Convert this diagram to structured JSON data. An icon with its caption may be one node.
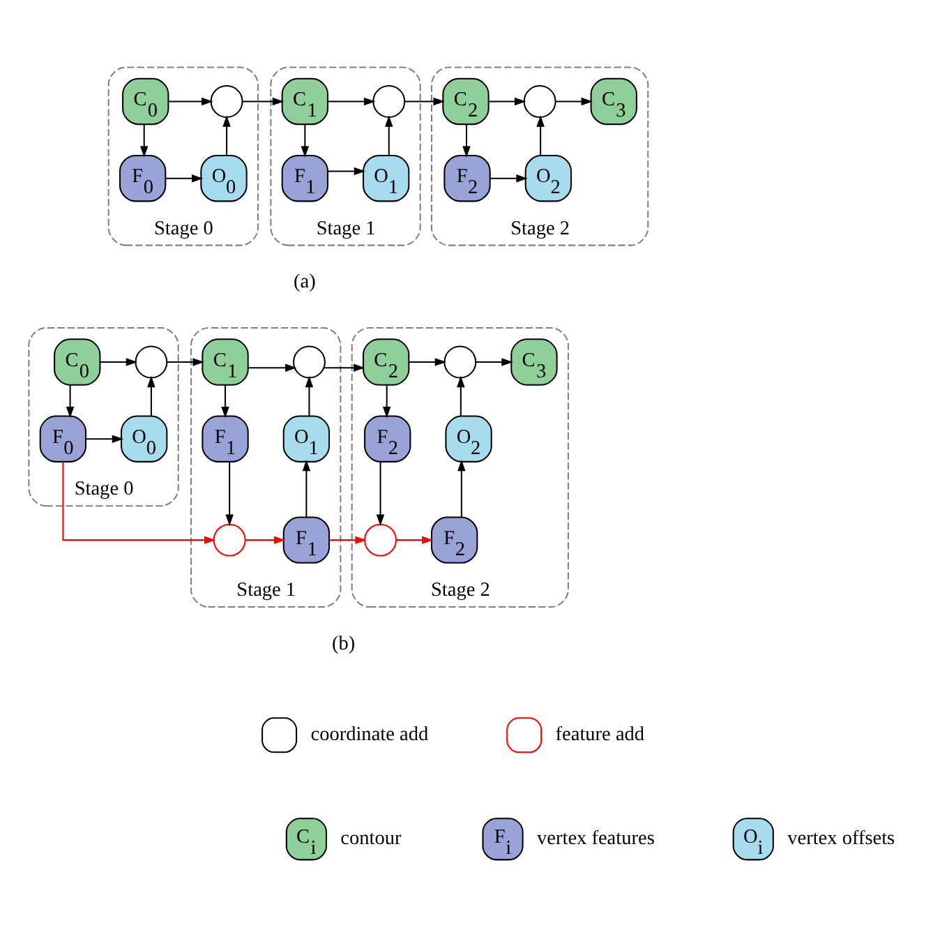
{
  "diagram": {
    "nodes": [
      {
        "text": [
          "Stage 0"
        ]
      },
      {
        "text": [
          "C$_{0}$"
        ],
        "in": 0
      },
      {
        "text": [],
        "shape": "circle",
        "in": 0
      },
      {
        "text": [
          "F$_{0}$"
        ],
        "in": 0
      },
      {
        "text": [
          "O$_{0}$"
        ],
        "in": 0
      },
      {
        "text": [
          "Stage 1"
        ]
      },
      {
        "text": [
          "C$_{1}$"
        ],
        "in": 5
      },
      {
        "text": [],
        "shape": "circle",
        "in": 5
      },
      {
        "text": [
          "F$_{1}$"
        ],
        "in": 5
      },
      {
        "text": [
          "O$_{1}$"
        ],
        "in": 5
      },
      {
        "text": [
          "Stage 2"
        ]
      },
      {
        "text": [
          "C$_{2}$"
        ],
        "in": 10
      },
      {
        "text": [],
        "shape": "circle",
        "in": 10
      },
      {
        "text": [
          "C$_{3}$"
        ],
        "in": 10
      },
      {
        "text": [
          "F$_{2}$"
        ],
        "in": 10
      },
      {
        "text": [
          "O$_{2}$"
        ],
        "in": 10
      },
      {
        "text": [
          "Stage 0"
        ]
      },
      {
        "text": [
          "C$_{0}$"
        ],
        "in": 16
      },
      {
        "text": [],
        "shape": "circle",
        "in": 16
      },
      {
        "text": [
          "F$_{0}$"
        ],
        "in": 16
      },
      {
        "text": [
          "O$_{0}$"
        ],
        "in": 16
      },
      {
        "text": [
          "Stage 1"
        ]
      },
      {
        "text": [
          "C$_{1}$"
        ],
        "in": 21
      },
      {
        "text": [],
        "shape": "circle",
        "in": 21
      },
      {
        "text": [
          "F$_{1}$"
        ],
        "in": 21
      },
      {
        "text": [
          "O$_{1}$"
        ],
        "in": 21
      },
      {
        "text": [],
        "shape": "circle",
        "in": 21
      },
      {
        "text": [
          "F$_{1}$"
        ],
        "in": 21
      },
      {
        "text": [
          "Stage 2"
        ]
      },
      {
        "text": [
          "C$_{2}$"
        ],
        "in": 28
      },
      {
        "text": [],
        "shape": "circle",
        "in": 28
      },
      {
        "text": [
          "C$_{3}$"
        ],
        "in": 28
      },
      {
        "text": [
          "F$_{2}$"
        ],
        "in": 28
      },
      {
        "text": [
          "O$_{2}$"
        ],
        "in": 28
      },
      {
        "text": [],
        "shape": "circle",
        "in": 28
      },
      {
        "text": [
          "F$_{2}$"
        ],
        "in": 28
      }
    ],
    "edges": [
      {
        "from": 1,
        "to": 2,
        "arrow": "to"
      },
      {
        "from": 1,
        "to": 3,
        "arrow": "to"
      },
      {
        "from": 3,
        "to": 4,
        "arrow": "to"
      },
      {
        "from": 4,
        "to": 2,
        "arrow": "to"
      },
      {
        "from": 2,
        "to": 6,
        "arrow": "to"
      },
      {
        "from": 6,
        "to": 7,
        "arrow": "to"
      },
      {
        "from": 6,
        "to": 8,
        "arrow": "to"
      },
      {
        "from": 8,
        "to": 9,
        "arrow": "to"
      },
      {
        "from": 9,
        "to": 7,
        "arrow": "to"
      },
      {
        "from": 7,
        "to": 11,
        "arrow": "to"
      },
      {
        "from": 11,
        "to": 12,
        "arrow": "to"
      },
      {
        "from": 12,
        "to": 13,
        "arrow": "to"
      },
      {
        "from": 11,
        "to": 14,
        "arrow": "to"
      },
      {
        "from": 14,
        "to": 15,
        "arrow": "to"
      },
      {
        "from": 15,
        "to": 12,
        "arrow": "to"
      },
      {
        "from": 17,
        "to": 18,
        "arrow": "to"
      },
      {
        "from": 17,
        "to": 19,
        "arrow": "to"
      },
      {
        "from": 19,
        "to": 20,
        "arrow": "to"
      },
      {
        "from": 20,
        "to": 18,
        "arrow": "to"
      },
      {
        "from": 18,
        "to": 22,
        "arrow": "to"
      },
      {
        "from": 22,
        "to": 23,
        "arrow": "to"
      },
      {
        "from": 22,
        "to": 24,
        "arrow": "to"
      },
      {
        "from": 24,
        "to": 26,
        "arrow": "to"
      },
      {
        "from": 19,
        "to": 26,
        "arrow": "to",
        "color": "#ff0000"
      },
      {
        "from": 26,
        "to": 27,
        "arrow": "to",
        "color": "#ff0000"
      },
      {
        "from": 27,
        "to": 25,
        "arrow": "to"
      },
      {
        "from": 25,
        "to": 23,
        "arrow": "to"
      },
      {
        "from": 23,
        "to": 29,
        "arrow": "to"
      },
      {
        "from": 29,
        "to": 30,
        "arrow": "to"
      },
      {
        "from": 30,
        "to": 31,
        "arrow": "to"
      },
      {
        "from": 29,
        "to": 32,
        "arrow": "to"
      },
      {
        "from": 32,
        "to": 34,
        "arrow": "to"
      },
      {
        "from": 27,
        "to": 34,
        "arrow": "to",
        "color": "#ff0000"
      },
      {
        "from": 34,
        "to": 35,
        "arrow": "to",
        "color": "#ff0000"
      },
      {
        "from": 35,
        "to": 33,
        "arrow": "to"
      },
      {
        "from": 33,
        "to": 30,
        "arrow": "to"
      }
    ],
    "labels": [
      "(a)",
      "(b)",
      "C$_{i}$",
      "F$_{i}$",
      "O$_{i}$"
    ],
    "legend": [
      {
        "text": "coordinate add"
      },
      {
        "text": "feature add"
      },
      {
        "text": "contour",
        "color": "#8fcf9a"
      },
      {
        "text": "vertex features",
        "color": "#9aa3d8"
      },
      {
        "text": "vertex offsets",
        "color": "#a7dcee"
      }
    ]
  }
}
